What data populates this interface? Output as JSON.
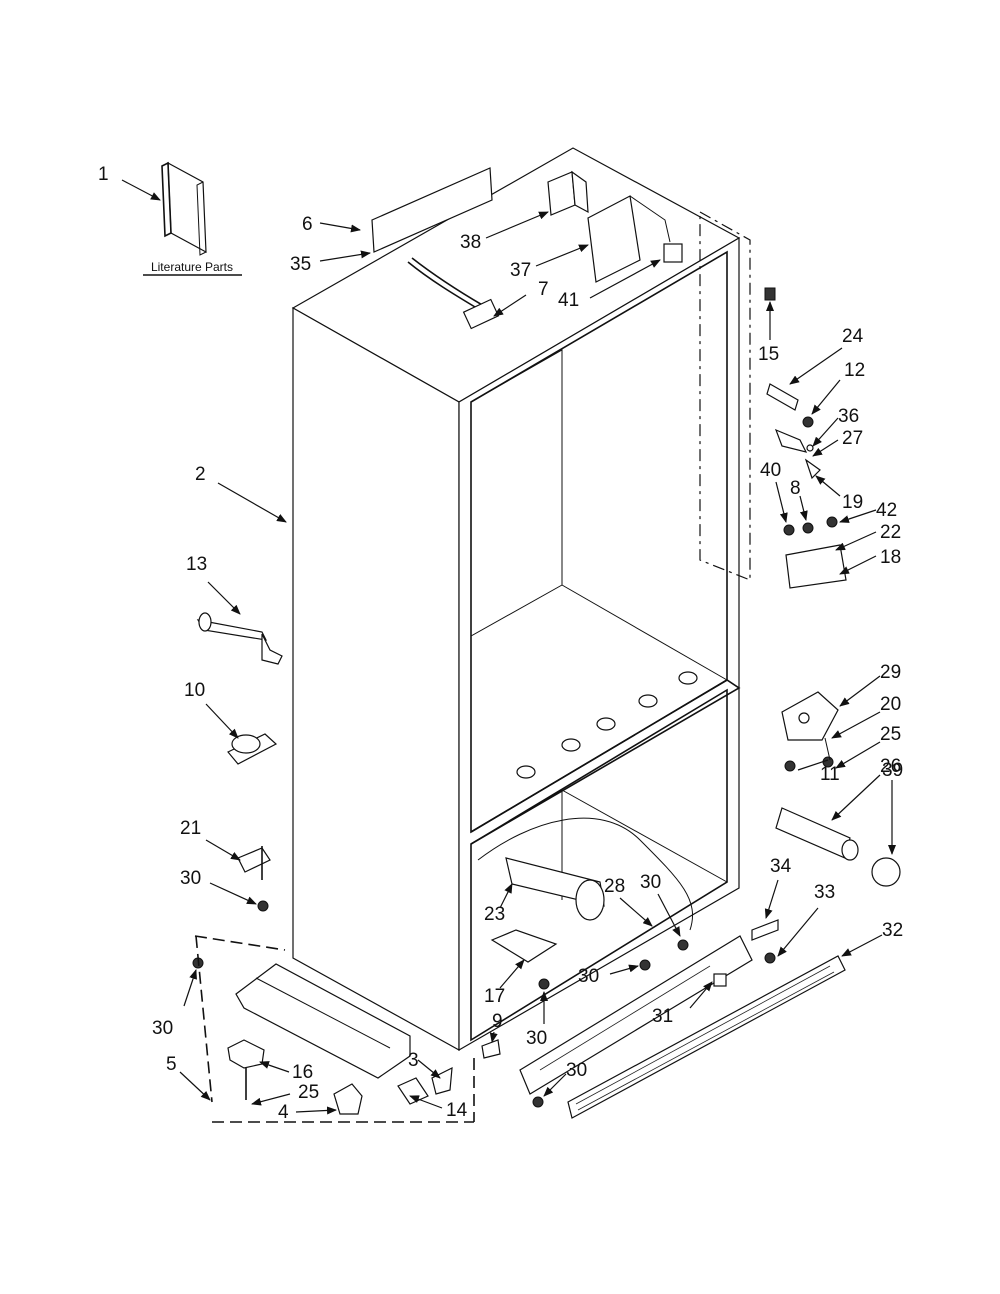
{
  "literature_label": "Literature Parts",
  "callouts": [
    {
      "id": "1",
      "text": "1"
    },
    {
      "id": "2",
      "text": "2"
    },
    {
      "id": "3",
      "text": "3"
    },
    {
      "id": "4",
      "text": "4"
    },
    {
      "id": "5",
      "text": "5"
    },
    {
      "id": "6",
      "text": "6"
    },
    {
      "id": "7",
      "text": "7"
    },
    {
      "id": "8",
      "text": "8"
    },
    {
      "id": "9",
      "text": "9"
    },
    {
      "id": "10",
      "text": "10"
    },
    {
      "id": "11",
      "text": "11"
    },
    {
      "id": "12",
      "text": "12"
    },
    {
      "id": "13",
      "text": "13"
    },
    {
      "id": "14",
      "text": "14"
    },
    {
      "id": "15",
      "text": "15"
    },
    {
      "id": "16",
      "text": "16"
    },
    {
      "id": "17",
      "text": "17"
    },
    {
      "id": "18",
      "text": "18"
    },
    {
      "id": "19",
      "text": "19"
    },
    {
      "id": "20",
      "text": "20"
    },
    {
      "id": "21",
      "text": "21"
    },
    {
      "id": "22",
      "text": "22"
    },
    {
      "id": "23",
      "text": "23"
    },
    {
      "id": "24",
      "text": "24"
    },
    {
      "id": "25a",
      "text": "25"
    },
    {
      "id": "25b",
      "text": "25"
    },
    {
      "id": "26",
      "text": "26"
    },
    {
      "id": "27",
      "text": "27"
    },
    {
      "id": "28",
      "text": "28"
    },
    {
      "id": "29",
      "text": "29"
    },
    {
      "id": "30a",
      "text": "30"
    },
    {
      "id": "30b",
      "text": "30"
    },
    {
      "id": "30c",
      "text": "30"
    },
    {
      "id": "30d",
      "text": "30"
    },
    {
      "id": "30e",
      "text": "30"
    },
    {
      "id": "30f",
      "text": "30"
    },
    {
      "id": "31",
      "text": "31"
    },
    {
      "id": "32",
      "text": "32"
    },
    {
      "id": "33",
      "text": "33"
    },
    {
      "id": "34",
      "text": "34"
    },
    {
      "id": "35",
      "text": "35"
    },
    {
      "id": "36",
      "text": "36"
    },
    {
      "id": "37",
      "text": "37"
    },
    {
      "id": "38",
      "text": "38"
    },
    {
      "id": "39",
      "text": "39"
    },
    {
      "id": "40",
      "text": "40"
    },
    {
      "id": "41",
      "text": "41"
    },
    {
      "id": "42",
      "text": "42"
    }
  ]
}
